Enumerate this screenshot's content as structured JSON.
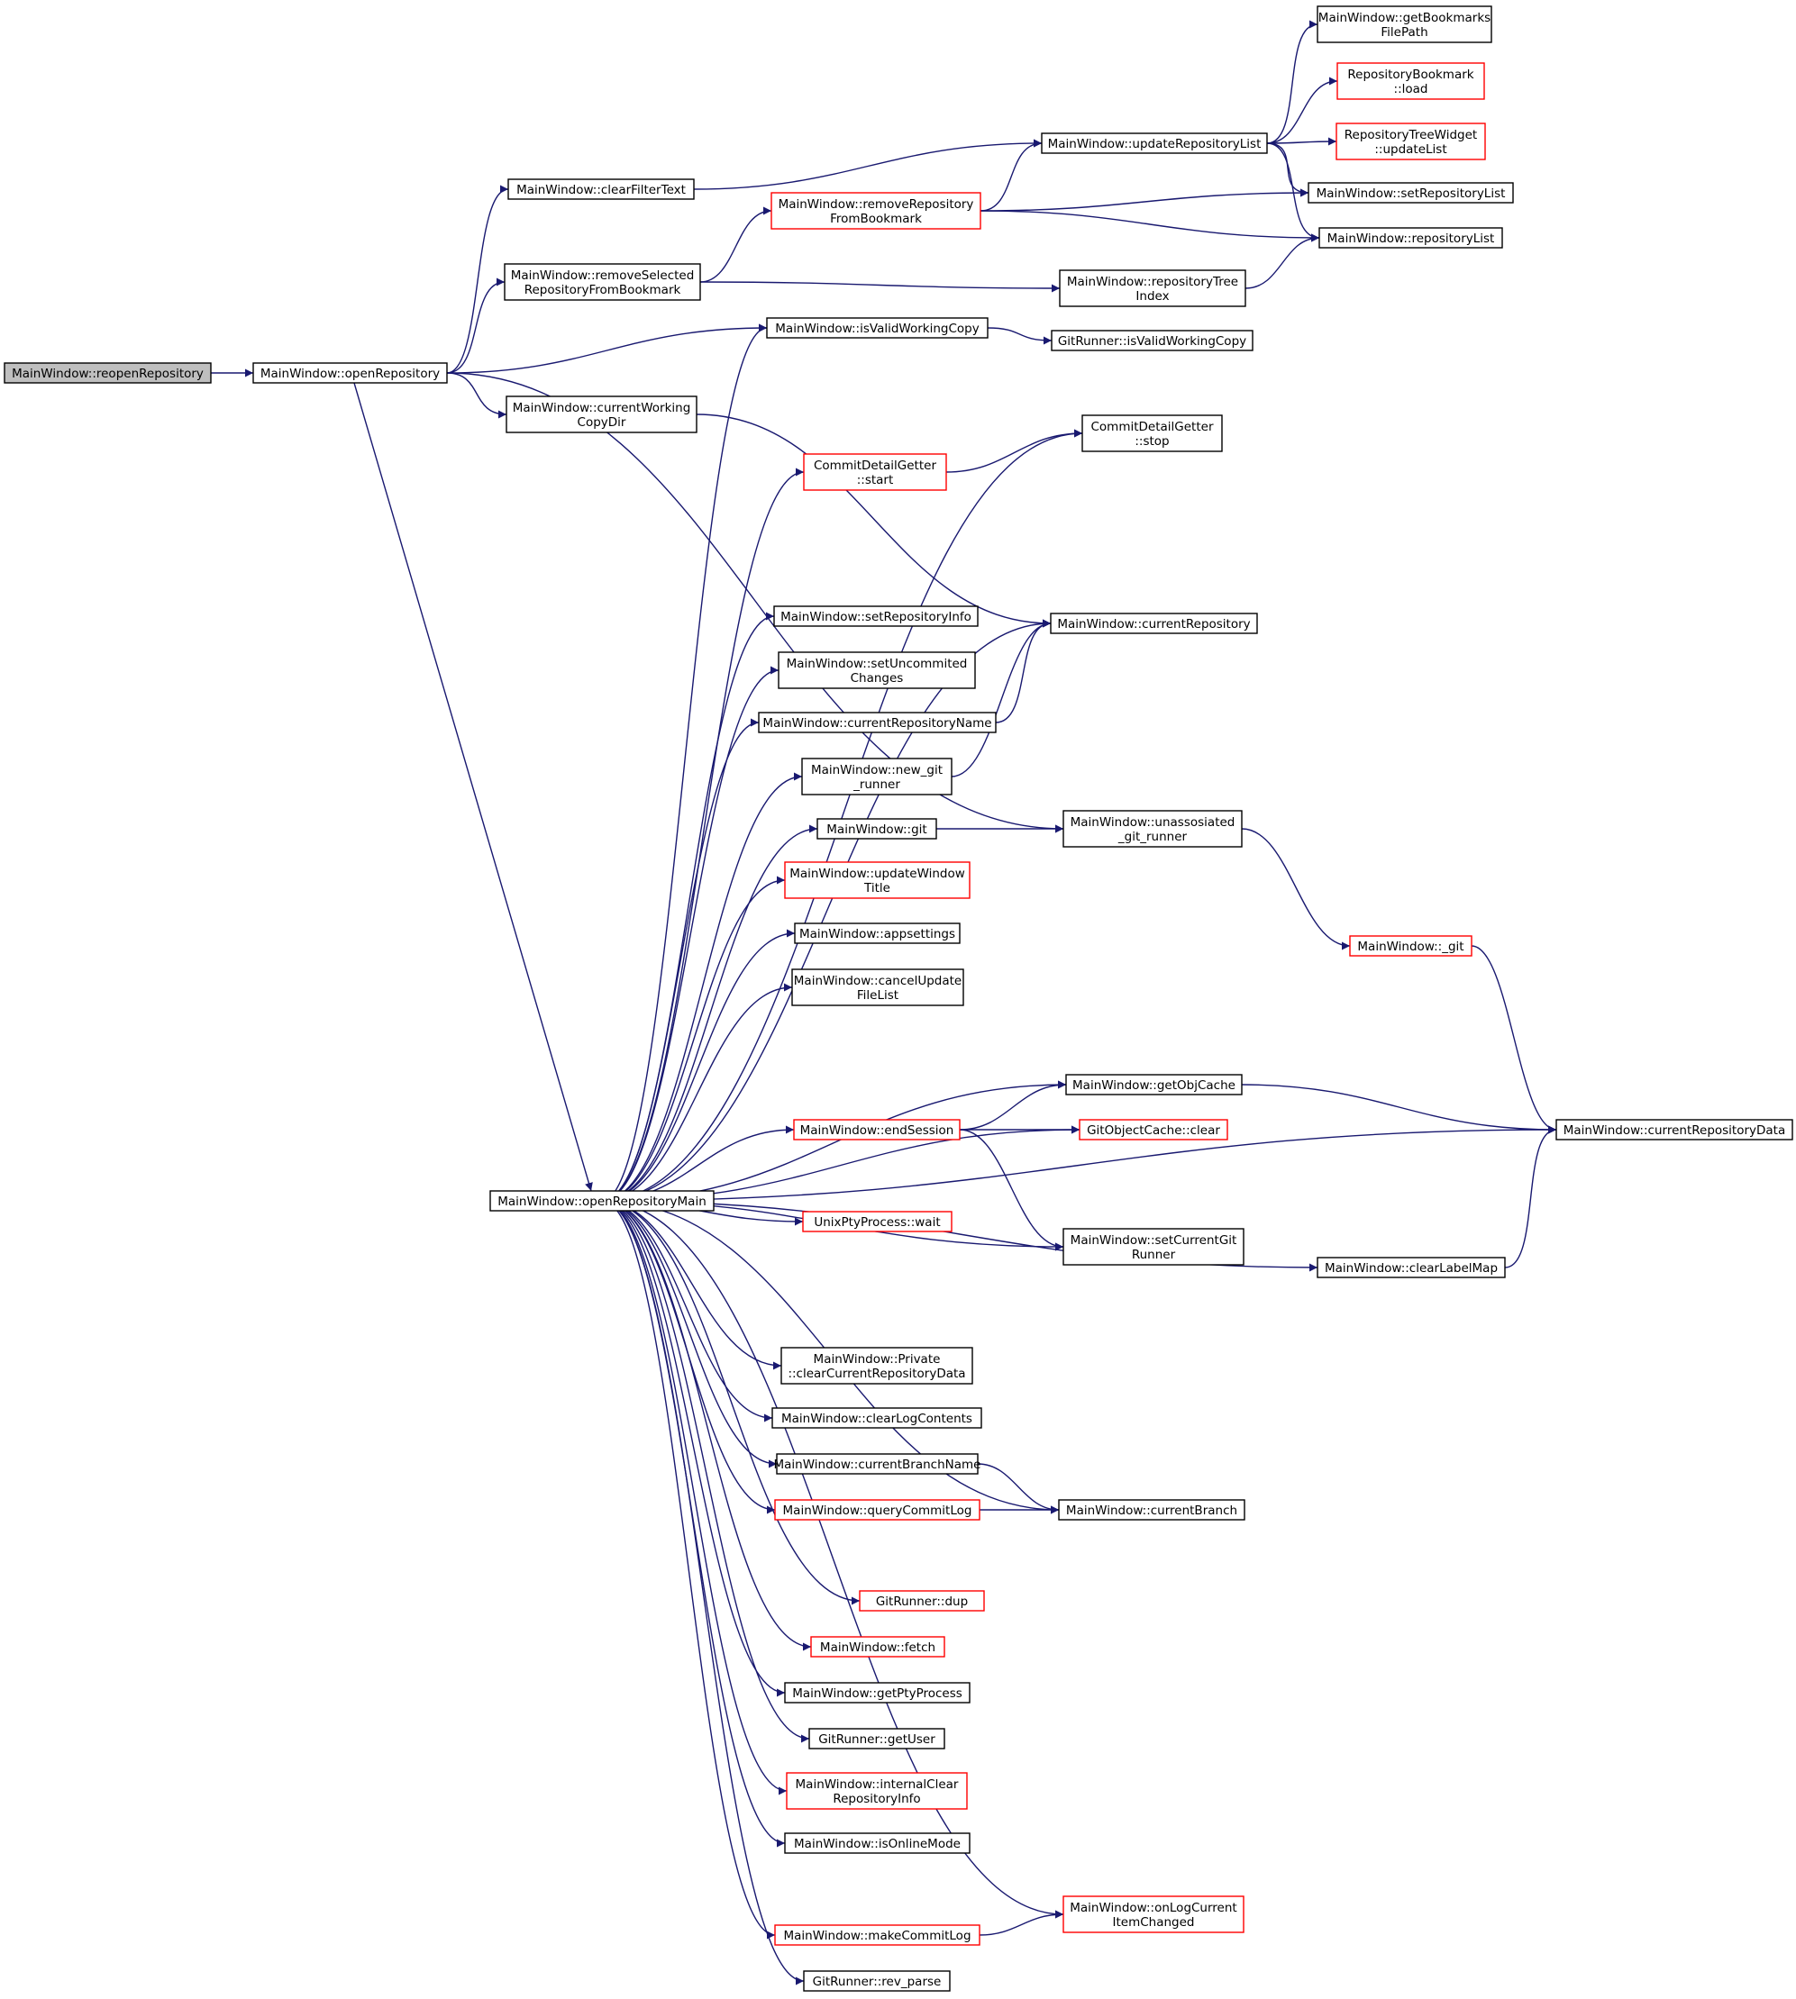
{
  "nodes": {
    "reopen": {
      "lines": [
        "MainWindow::reopenRepository"
      ],
      "color": "root"
    },
    "openRepo": {
      "lines": [
        "MainWindow::openRepository"
      ],
      "color": "black"
    },
    "clearFilter": {
      "lines": [
        "MainWindow::clearFilterText"
      ],
      "color": "black"
    },
    "removeSelected": {
      "lines": [
        "MainWindow::removeSelected",
        "RepositoryFromBookmark"
      ],
      "color": "black"
    },
    "currentWorking": {
      "lines": [
        "MainWindow::currentWorking",
        "CopyDir"
      ],
      "color": "black"
    },
    "openRepoMain": {
      "lines": [
        "MainWindow::openRepositoryMain"
      ],
      "color": "black"
    },
    "updateRepoList": {
      "lines": [
        "MainWindow::updateRepositoryList"
      ],
      "color": "black"
    },
    "removeRepoFromBm": {
      "lines": [
        "MainWindow::removeRepository",
        "FromBookmark"
      ],
      "color": "red"
    },
    "isValidWC": {
      "lines": [
        "MainWindow::isValidWorkingCopy"
      ],
      "color": "black"
    },
    "cdgStart": {
      "lines": [
        "CommitDetailGetter",
        "::start"
      ],
      "color": "red"
    },
    "setRepoInfo": {
      "lines": [
        "MainWindow::setRepositoryInfo"
      ],
      "color": "black"
    },
    "setUncommited": {
      "lines": [
        "MainWindow::setUncommited",
        "Changes"
      ],
      "color": "black"
    },
    "currentRepoName": {
      "lines": [
        "MainWindow::currentRepositoryName"
      ],
      "color": "black"
    },
    "newGitRunner": {
      "lines": [
        "MainWindow::new_git",
        "_runner"
      ],
      "color": "black"
    },
    "git": {
      "lines": [
        "MainWindow::git"
      ],
      "color": "black"
    },
    "updateWindowTitle": {
      "lines": [
        "MainWindow::updateWindow",
        "Title"
      ],
      "color": "red"
    },
    "appsettings": {
      "lines": [
        "MainWindow::appsettings"
      ],
      "color": "black"
    },
    "cancelUpdate": {
      "lines": [
        "MainWindow::cancelUpdate",
        "FileList"
      ],
      "color": "black"
    },
    "endSession": {
      "lines": [
        "MainWindow::endSession"
      ],
      "color": "red"
    },
    "ptyWait": {
      "lines": [
        "UnixPtyProcess::wait"
      ],
      "color": "red"
    },
    "privClear": {
      "lines": [
        "MainWindow::Private",
        "::clearCurrentRepositoryData"
      ],
      "color": "black"
    },
    "clearLog": {
      "lines": [
        "MainWindow::clearLogContents"
      ],
      "color": "black"
    },
    "currentBranchName": {
      "lines": [
        "MainWindow::currentBranchName"
      ],
      "color": "black"
    },
    "queryCommitLog": {
      "lines": [
        "MainWindow::queryCommitLog"
      ],
      "color": "red"
    },
    "dup": {
      "lines": [
        "GitRunner::dup"
      ],
      "color": "red"
    },
    "fetch": {
      "lines": [
        "MainWindow::fetch"
      ],
      "color": "red"
    },
    "getPty": {
      "lines": [
        "MainWindow::getPtyProcess"
      ],
      "color": "black"
    },
    "getUser": {
      "lines": [
        "GitRunner::getUser"
      ],
      "color": "black"
    },
    "internalClear": {
      "lines": [
        "MainWindow::internalClear",
        "RepositoryInfo"
      ],
      "color": "red"
    },
    "isOnline": {
      "lines": [
        "MainWindow::isOnlineMode"
      ],
      "color": "black"
    },
    "makeCommitLog": {
      "lines": [
        "MainWindow::makeCommitLog"
      ],
      "color": "red"
    },
    "revParse": {
      "lines": [
        "GitRunner::rev_parse"
      ],
      "color": "black"
    },
    "repoTreeIndex": {
      "lines": [
        "MainWindow::repositoryTree",
        "Index"
      ],
      "color": "black"
    },
    "gitIsValid": {
      "lines": [
        "GitRunner::isValidWorkingCopy"
      ],
      "color": "black"
    },
    "cdgStop": {
      "lines": [
        "CommitDetailGetter",
        "::stop"
      ],
      "color": "black"
    },
    "currentRepository": {
      "lines": [
        "MainWindow::currentRepository"
      ],
      "color": "black"
    },
    "unassosiated": {
      "lines": [
        "MainWindow::unassosiated",
        "_git_runner"
      ],
      "color": "black"
    },
    "getObjCache": {
      "lines": [
        "MainWindow::getObjCache"
      ],
      "color": "black"
    },
    "gitObjClear": {
      "lines": [
        "GitObjectCache::clear"
      ],
      "color": "red"
    },
    "setCurrentGitRunner": {
      "lines": [
        "MainWindow::setCurrentGit",
        "Runner"
      ],
      "color": "black"
    },
    "currentBranch": {
      "lines": [
        "MainWindow::currentBranch"
      ],
      "color": "black"
    },
    "onLogCurrent": {
      "lines": [
        "MainWindow::onLogCurrent",
        "ItemChanged"
      ],
      "color": "red"
    },
    "getBookmarks": {
      "lines": [
        "MainWindow::getBookmarks",
        "FilePath"
      ],
      "color": "black"
    },
    "bookmarkLoad": {
      "lines": [
        "RepositoryBookmark",
        "::load"
      ],
      "color": "red"
    },
    "treeUpdateList": {
      "lines": [
        "RepositoryTreeWidget",
        "::updateList"
      ],
      "color": "red"
    },
    "setRepoList": {
      "lines": [
        "MainWindow::setRepositoryList"
      ],
      "color": "black"
    },
    "repoList": {
      "lines": [
        "MainWindow::repositoryList"
      ],
      "color": "black"
    },
    "underscoreGit": {
      "lines": [
        "MainWindow::_git"
      ],
      "color": "red"
    },
    "clearLabelMap": {
      "lines": [
        "MainWindow::clearLabelMap"
      ],
      "color": "black"
    },
    "currentRepoData": {
      "lines": [
        "MainWindow::currentRepositoryData"
      ],
      "color": "black"
    }
  },
  "edges": [
    [
      "reopen",
      "openRepo"
    ],
    [
      "openRepo",
      "clearFilter"
    ],
    [
      "openRepo",
      "removeSelected"
    ],
    [
      "openRepo",
      "isValidWC"
    ],
    [
      "openRepo",
      "currentWorking"
    ],
    [
      "openRepo",
      "unassosiated"
    ],
    [
      "openRepo",
      "openRepoMain"
    ],
    [
      "clearFilter",
      "updateRepoList"
    ],
    [
      "removeSelected",
      "removeRepoFromBm"
    ],
    [
      "removeSelected",
      "repoTreeIndex"
    ],
    [
      "removeRepoFromBm",
      "updateRepoList"
    ],
    [
      "removeRepoFromBm",
      "setRepoList"
    ],
    [
      "removeRepoFromBm",
      "repoList"
    ],
    [
      "updateRepoList",
      "getBookmarks"
    ],
    [
      "updateRepoList",
      "bookmarkLoad"
    ],
    [
      "updateRepoList",
      "treeUpdateList"
    ],
    [
      "updateRepoList",
      "setRepoList"
    ],
    [
      "updateRepoList",
      "repoList"
    ],
    [
      "repoTreeIndex",
      "repoList"
    ],
    [
      "isValidWC",
      "gitIsValid"
    ],
    [
      "currentWorking",
      "currentRepository"
    ],
    [
      "cdgStart",
      "cdgStop"
    ],
    [
      "currentRepoName",
      "currentRepository"
    ],
    [
      "newGitRunner",
      "currentRepository"
    ],
    [
      "git",
      "unassosiated"
    ],
    [
      "unassosiated",
      "underscoreGit"
    ],
    [
      "underscoreGit",
      "currentRepoData"
    ],
    [
      "getObjCache",
      "currentRepoData"
    ],
    [
      "endSession",
      "getObjCache"
    ],
    [
      "endSession",
      "gitObjClear"
    ],
    [
      "endSession",
      "setCurrentGitRunner"
    ],
    [
      "clearLabelMap",
      "currentRepoData"
    ],
    [
      "currentBranchName",
      "currentBranch"
    ],
    [
      "queryCommitLog",
      "currentBranch"
    ],
    [
      "makeCommitLog",
      "onLogCurrent"
    ],
    [
      "openRepoMain",
      "isValidWC"
    ],
    [
      "openRepoMain",
      "cdgStop"
    ],
    [
      "openRepoMain",
      "cdgStart"
    ],
    [
      "openRepoMain",
      "currentRepository"
    ],
    [
      "openRepoMain",
      "setRepoInfo"
    ],
    [
      "openRepoMain",
      "setUncommited"
    ],
    [
      "openRepoMain",
      "currentRepoName"
    ],
    [
      "openRepoMain",
      "newGitRunner"
    ],
    [
      "openRepoMain",
      "git"
    ],
    [
      "openRepoMain",
      "updateWindowTitle"
    ],
    [
      "openRepoMain",
      "appsettings"
    ],
    [
      "openRepoMain",
      "cancelUpdate"
    ],
    [
      "openRepoMain",
      "getObjCache"
    ],
    [
      "openRepoMain",
      "gitObjClear"
    ],
    [
      "openRepoMain",
      "endSession"
    ],
    [
      "openRepoMain",
      "currentRepoData"
    ],
    [
      "openRepoMain",
      "ptyWait"
    ],
    [
      "openRepoMain",
      "setCurrentGitRunner"
    ],
    [
      "openRepoMain",
      "clearLabelMap"
    ],
    [
      "openRepoMain",
      "privClear"
    ],
    [
      "openRepoMain",
      "clearLog"
    ],
    [
      "openRepoMain",
      "currentBranchName"
    ],
    [
      "openRepoMain",
      "queryCommitLog"
    ],
    [
      "openRepoMain",
      "currentBranch"
    ],
    [
      "openRepoMain",
      "dup"
    ],
    [
      "openRepoMain",
      "fetch"
    ],
    [
      "openRepoMain",
      "getPty"
    ],
    [
      "openRepoMain",
      "getUser"
    ],
    [
      "openRepoMain",
      "internalClear"
    ],
    [
      "openRepoMain",
      "isOnline"
    ],
    [
      "openRepoMain",
      "onLogCurrent"
    ],
    [
      "openRepoMain",
      "makeCommitLog"
    ],
    [
      "openRepoMain",
      "revParse"
    ]
  ],
  "colors": {
    "edge": "#191970",
    "red_border": "#ff0000",
    "black_border": "#000000",
    "root_fill": "#bfbfbf"
  }
}
